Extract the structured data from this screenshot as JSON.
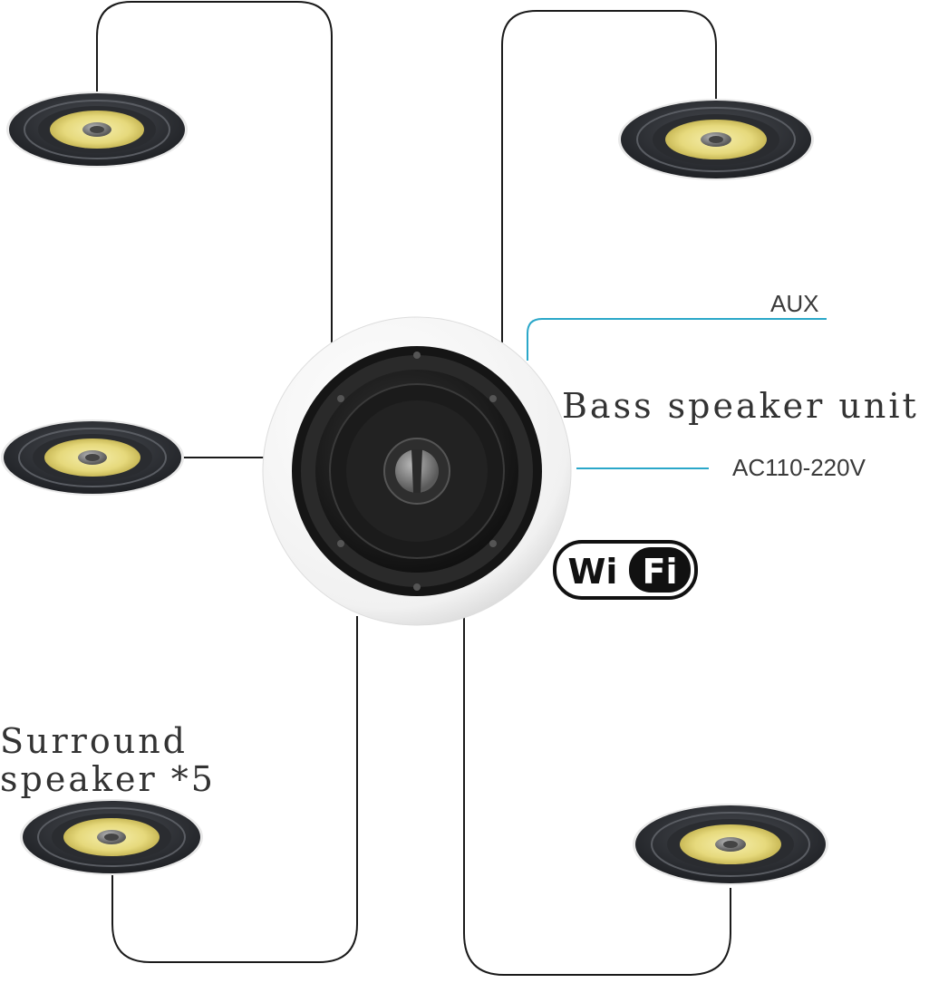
{
  "labels": {
    "bass": "Bass speaker unit",
    "surround_line1": "Surround",
    "surround_line2": "speaker *5",
    "aux": "AUX",
    "power": "AC110-220V",
    "wifi_left": "Wi",
    "wifi_right": "Fi"
  },
  "colors": {
    "wire": "#1a1a1a",
    "signal_line": "#2aa7c9",
    "speaker_cone": "#e7dc86",
    "speaker_frame": "#2b2d31",
    "bass_grille": "#ffffff",
    "bass_driver": "#1e1e1e"
  },
  "icons": {
    "wifi": "wifi-logo-icon"
  }
}
